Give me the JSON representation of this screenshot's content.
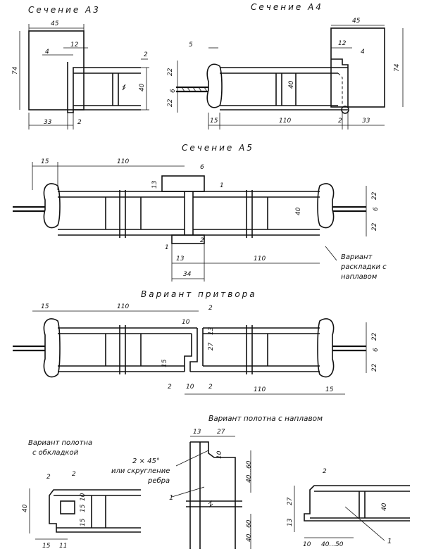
{
  "titles": {
    "a3": "Сечение А3",
    "a4": "Сечение А4",
    "a5": "Сечение А5",
    "pritvor": "Вариант притвора",
    "naplav": "Вариант полотна с наплавом"
  },
  "notes": {
    "raskladka_1": "Вариант",
    "raskladka_2": "раскладки с",
    "raskladka_3": "наплавом",
    "oblkladka_1": "Вариант полотна",
    "oblkladka_2": "с обкладкой",
    "chamfer_1": "2 × 45°",
    "chamfer_2": "или скругление",
    "chamfer_3": "ребра",
    "leader1_a": "1",
    "leader1_b": "1",
    "leader1_c": "1",
    "leader1_d": "1"
  },
  "dims": {
    "a3_45": "45",
    "a3_12": "12",
    "a3_4": "4",
    "a3_2r": "2",
    "a3_74": "74",
    "a3_40": "40",
    "a3_33": "33",
    "a3_2b": "2",
    "a4_45": "45",
    "a4_5": "5",
    "a4_12": "12",
    "a4_4": "4",
    "a4_74": "74",
    "a4_22a": "22",
    "a4_6": "6",
    "a4_22b": "22",
    "a4_40": "40",
    "a4_15": "15",
    "a4_110": "110",
    "a4_2": "2",
    "a4_33": "33",
    "a5_15": "15",
    "a5_110": "110",
    "a5_6": "6",
    "a5_13": "13",
    "a5_1a": "1",
    "a5_1b": "1",
    "a5_2": "2",
    "a5_22a": "22",
    "a5_6r": "6",
    "a5_22b": "22",
    "a5_40": "40",
    "a5_13b": "13",
    "a5_110b": "110",
    "a5_34": "34",
    "p_15": "15",
    "p_110": "110",
    "p_2": "2",
    "p_10": "10",
    "p_13": "13",
    "p_27": "27",
    "p_15v": "15",
    "p_2b": "2",
    "p_10b": "10",
    "p_2c": "2",
    "p_22a": "22",
    "p_6": "6",
    "p_22b": "22",
    "p_110b": "110",
    "p_15b": "15",
    "o_2a": "2",
    "o_2b": "2",
    "o_40": "40",
    "o_10": "10",
    "o_15a": "15",
    "o_15b": "15",
    "o_15": "15",
    "o_11": "11",
    "n_13": "13",
    "n_27": "27",
    "n_10": "10",
    "n_4060a": "40...60",
    "n_4060b": "40...60",
    "r_2": "2",
    "r_27": "27",
    "r_13": "13",
    "r_40": "40",
    "r_10": "10",
    "r_4050": "40...50",
    "r_1": "1"
  }
}
